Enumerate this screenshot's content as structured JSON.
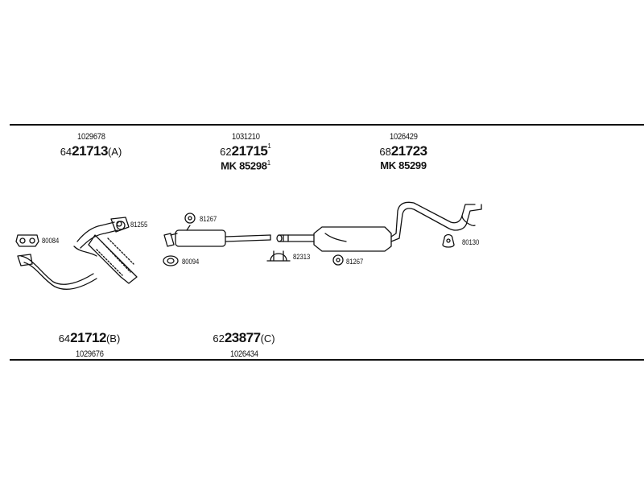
{
  "header_refs": [
    {
      "ref": "1029678",
      "prefix": "64",
      "number": "21713",
      "suffix": "(A)",
      "sup": ""
    },
    {
      "ref": "1031210",
      "prefix": "62",
      "number": "21715",
      "suffix": "",
      "sup": "1",
      "mk_prefix": "MK",
      "mk_number": "85298",
      "mk_sup": "1"
    },
    {
      "ref": "1026429",
      "prefix": "68",
      "number": "21723",
      "suffix": "",
      "sup": "",
      "mk_prefix": "MK",
      "mk_number": "85299",
      "mk_sup": ""
    }
  ],
  "footer_refs": [
    {
      "ref": "1029676",
      "prefix": "64",
      "number": "21712",
      "suffix": "(B)"
    },
    {
      "ref": "1026434",
      "prefix": "62",
      "number": "23877",
      "suffix": "(C)"
    }
  ],
  "callouts": {
    "gasket_left": "80084",
    "clamp_front": "81255",
    "rubber_front_muffler": "81267",
    "gasket_front_muffler": "80094",
    "clamp_center": "82313",
    "rubber_rear_muffler": "81267",
    "hanger_tail": "80130"
  }
}
